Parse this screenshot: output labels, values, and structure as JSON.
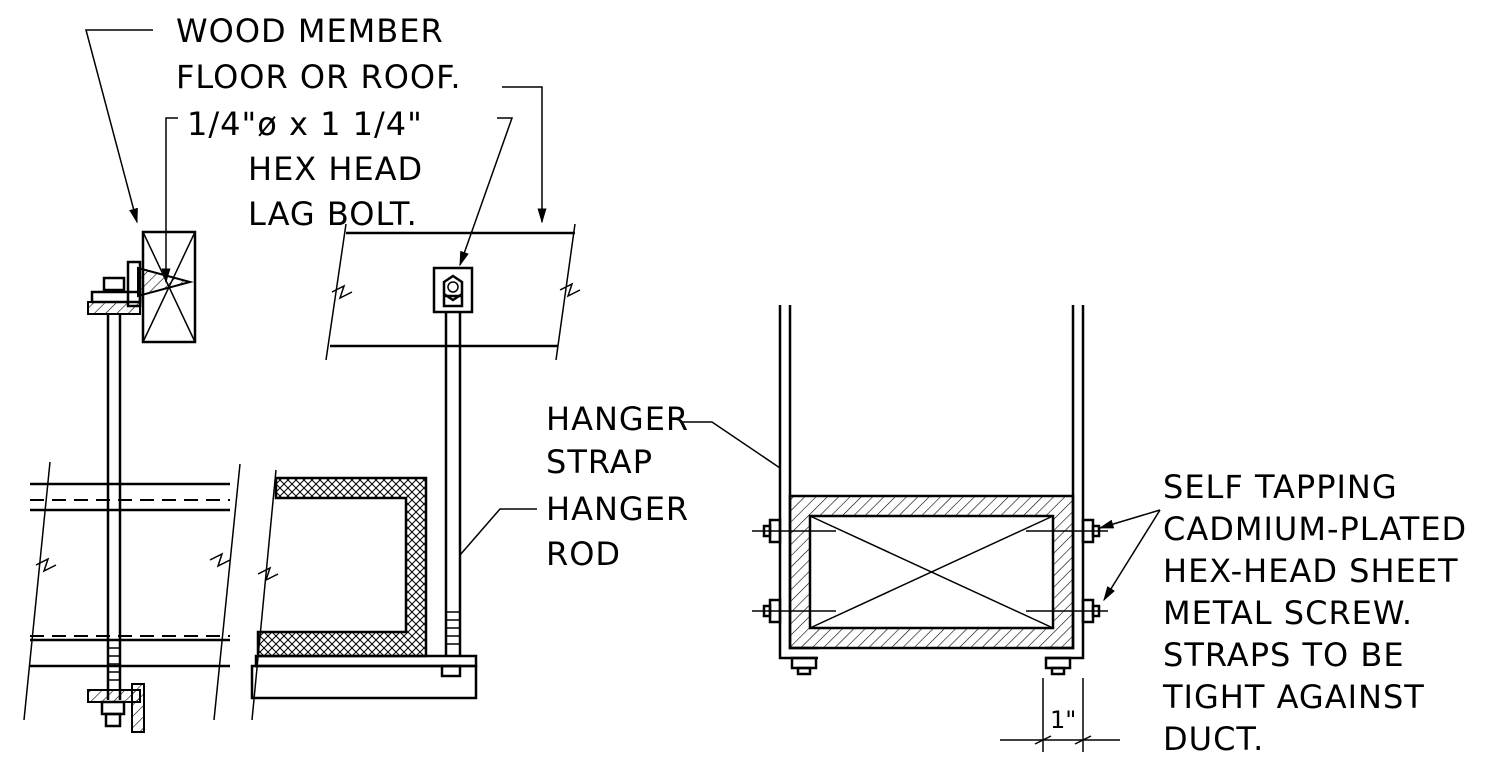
{
  "labels": {
    "wood_member_1": "WOOD MEMBER",
    "wood_member_2": "FLOOR OR ROOF.",
    "lag_bolt_1": "1/4\"ø x 1 1/4\"",
    "lag_bolt_2": "HEX HEAD",
    "lag_bolt_3": "LAG BOLT.",
    "hanger_strap_1": "HANGER",
    "hanger_strap_2": "STRAP",
    "hanger_rod_1": "HANGER",
    "hanger_rod_2": "ROD",
    "screw_1": "SELF TAPPING",
    "screw_2": "CADMIUM-PLATED",
    "screw_3": "HEX-HEAD SHEET",
    "screw_4": "METAL SCREW.",
    "screw_5": "STRAPS TO BE",
    "screw_6": "TIGHT AGAINST",
    "screw_7": "DUCT.",
    "dimension": "1\""
  }
}
